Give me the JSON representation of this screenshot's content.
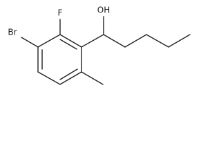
{
  "molecule": {
    "atoms": {
      "oh": "OH",
      "f": "F",
      "br": "Br"
    }
  }
}
